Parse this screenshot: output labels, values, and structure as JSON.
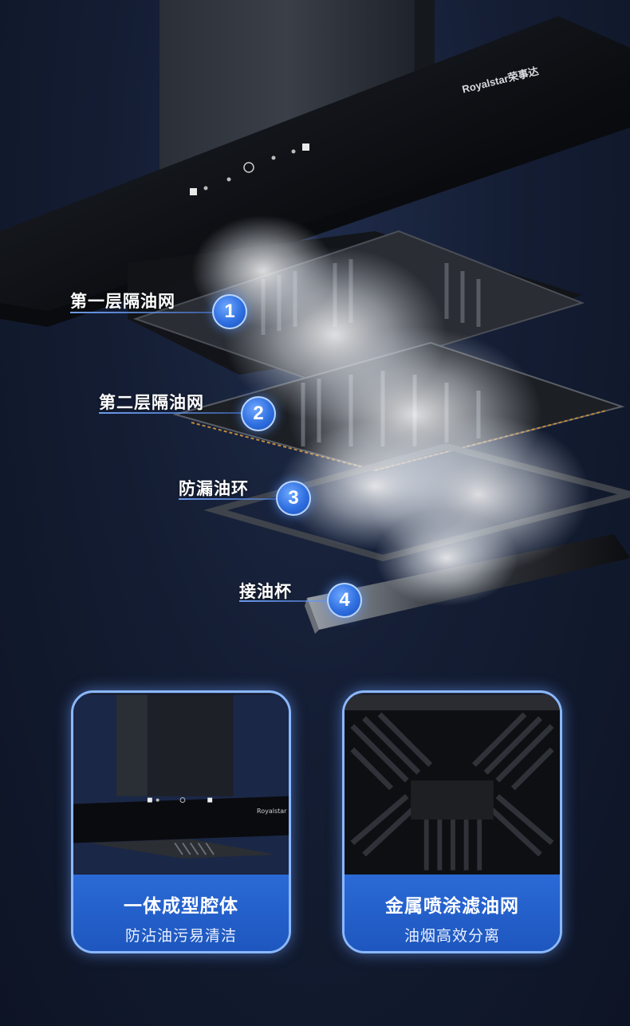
{
  "brand": {
    "logo_text": "Royalstar荣事达"
  },
  "callouts": [
    {
      "label": "第一层隔油网",
      "number": "1"
    },
    {
      "label": "第二层隔油网",
      "number": "2"
    },
    {
      "label": "防漏油环",
      "number": "3"
    },
    {
      "label": "接油杯",
      "number": "4"
    }
  ],
  "cards": [
    {
      "title": "一体成型腔体",
      "subtitle": "防沾油污易清洁",
      "mini_logo": "Royalstar"
    },
    {
      "title": "金属喷涂滤油网",
      "subtitle": "油烟高效分离"
    }
  ],
  "colors": {
    "background": "#141d33",
    "accent_blue": "#2b6ad6",
    "badge_blue": "#2f6fe0",
    "card_border": "#8ab8ff"
  }
}
